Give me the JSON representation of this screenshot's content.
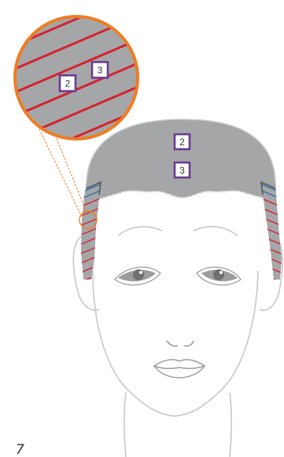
{
  "colors": {
    "hair_gray": "#a5a6a8",
    "accent_orange": "#ee7d22",
    "stripe_red": "#d42231",
    "stripe_blue": "#2e6db4",
    "badge_purple": "#6a3b8e",
    "face_line": "#c7c8ca",
    "feature_gray": "#9b9c9e"
  },
  "magnifier": {
    "badge_a": "2",
    "badge_b": "3"
  },
  "head": {
    "badge_top": "2",
    "badge_bottom": "3"
  },
  "page_number": "7"
}
